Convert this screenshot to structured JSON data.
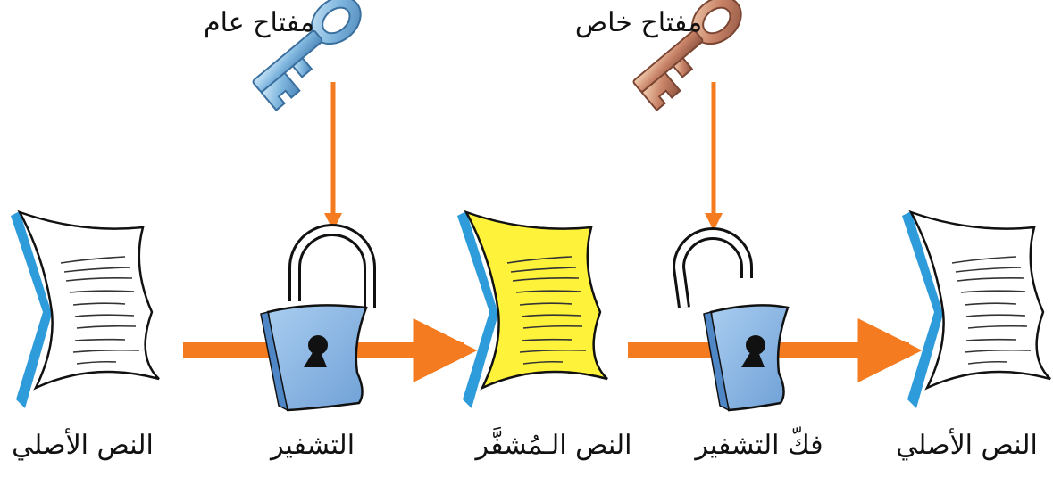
{
  "key_labels": {
    "public_key": "مفتاح عام",
    "private_key": "مفتاح خاص"
  },
  "step_labels": {
    "original_text_1": "النص الأصلي",
    "encryption": "التشفير",
    "encrypted_text": "النص الـمُشفَّر",
    "decryption": "فكّ التشفير",
    "original_text_2": "النص الأصلي"
  },
  "colors": {
    "arrow": "#F47B20",
    "public_key": "#8EC3E6",
    "private_key": "#D9967E",
    "lock_body": "#8DB8E4",
    "document_plain": "#FFFFFF",
    "document_encrypted": "#FFF23A",
    "document_spine": "#2E9BDB"
  }
}
